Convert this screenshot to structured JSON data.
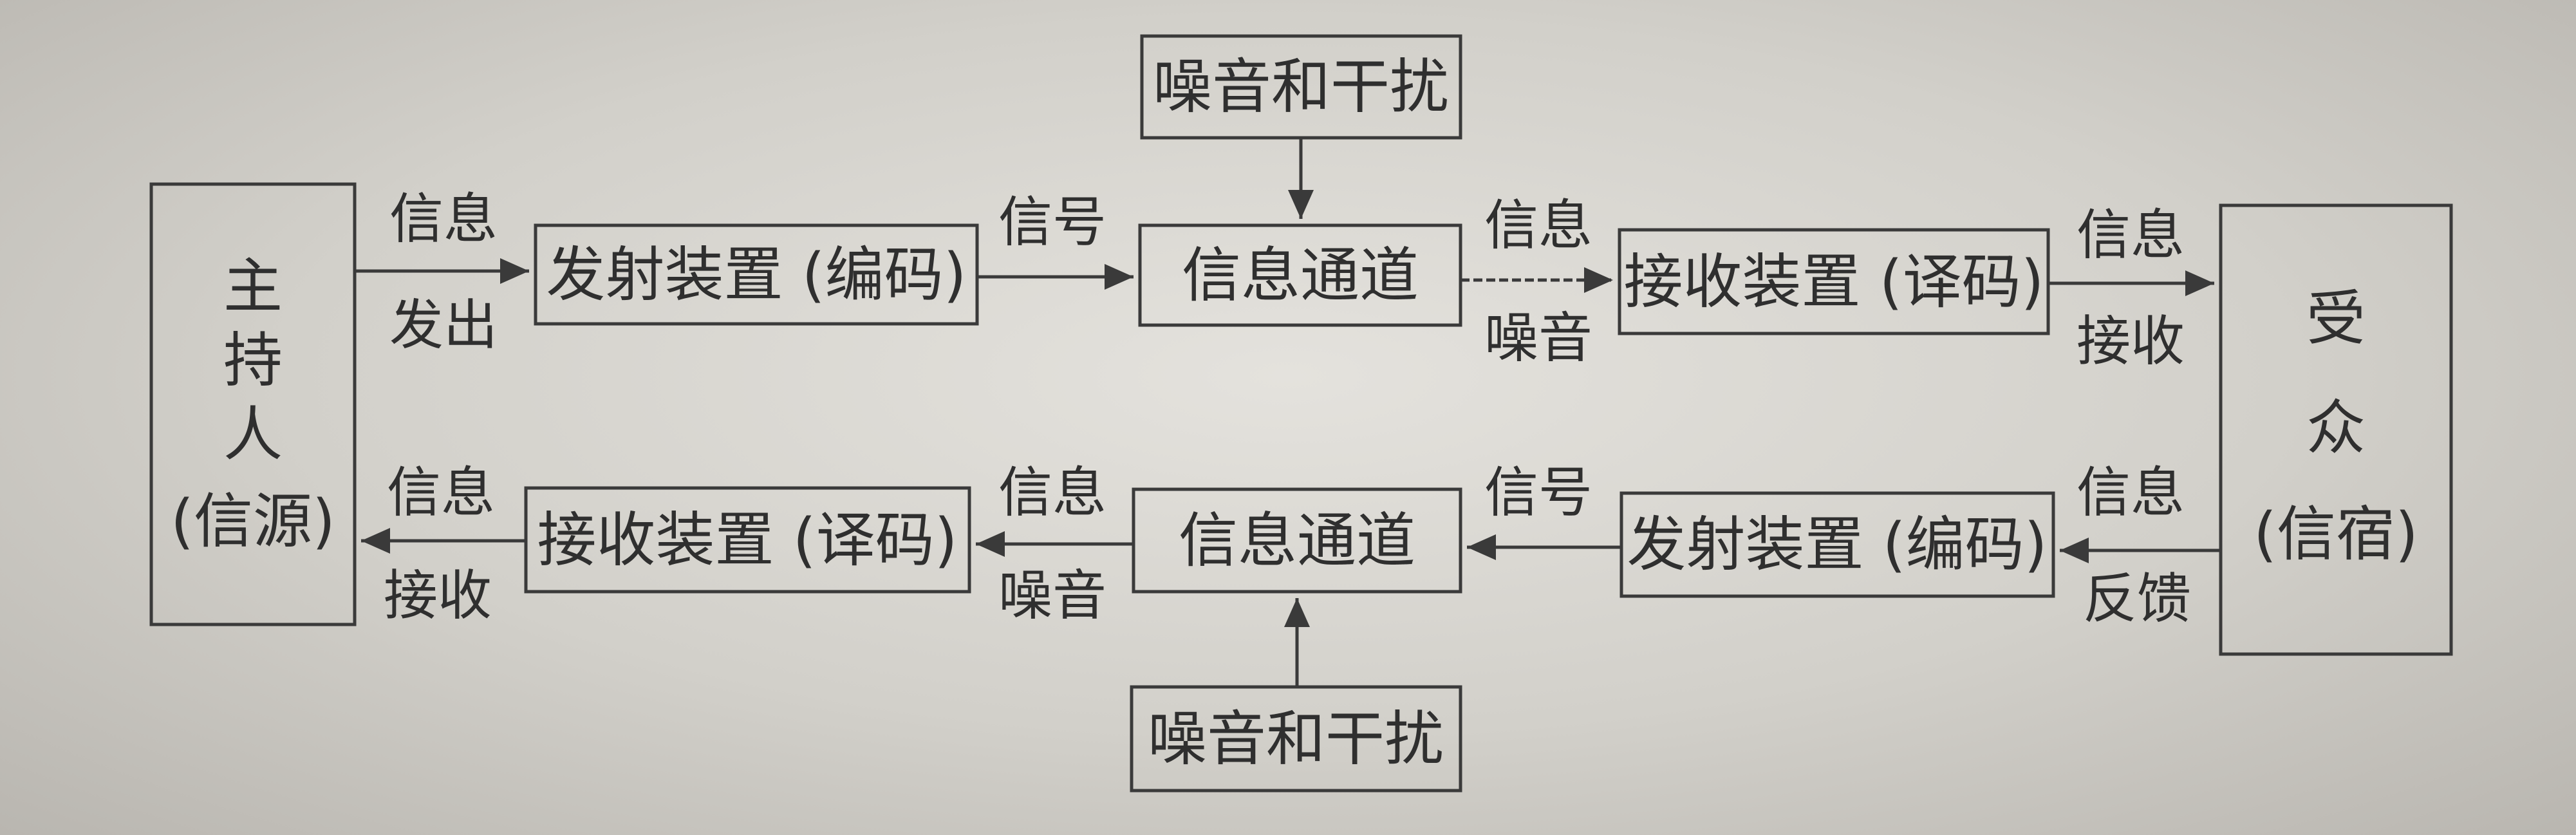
{
  "source": {
    "line1": "主",
    "line2": "持",
    "line3": "人",
    "line4": "(信源)"
  },
  "audience": {
    "line1": "受",
    "line2": "众",
    "line3": "(信宿)"
  },
  "top_row": {
    "noise_box": "噪音和干扰",
    "transmitter": "发射装置 (编码)",
    "channel": "信息通道",
    "receiver": "接收装置 (译码)",
    "label_info_out": "信息",
    "label_send": "发出",
    "label_signal": "信号",
    "label_info_mid": "信息",
    "label_noise_mid": "噪音",
    "label_info_in": "信息",
    "label_receive": "接收"
  },
  "bottom_row": {
    "noise_box": "噪音和干扰",
    "transmitter": "发射装置 (编码)",
    "channel": "信息通道",
    "receiver": "接收装置 (译码)",
    "label_info_fb": "信息",
    "label_feedback": "反馈",
    "label_signal": "信号",
    "label_info_mid": "信息",
    "label_noise_mid": "噪音",
    "label_info_in": "信息",
    "label_receive": "接收"
  }
}
